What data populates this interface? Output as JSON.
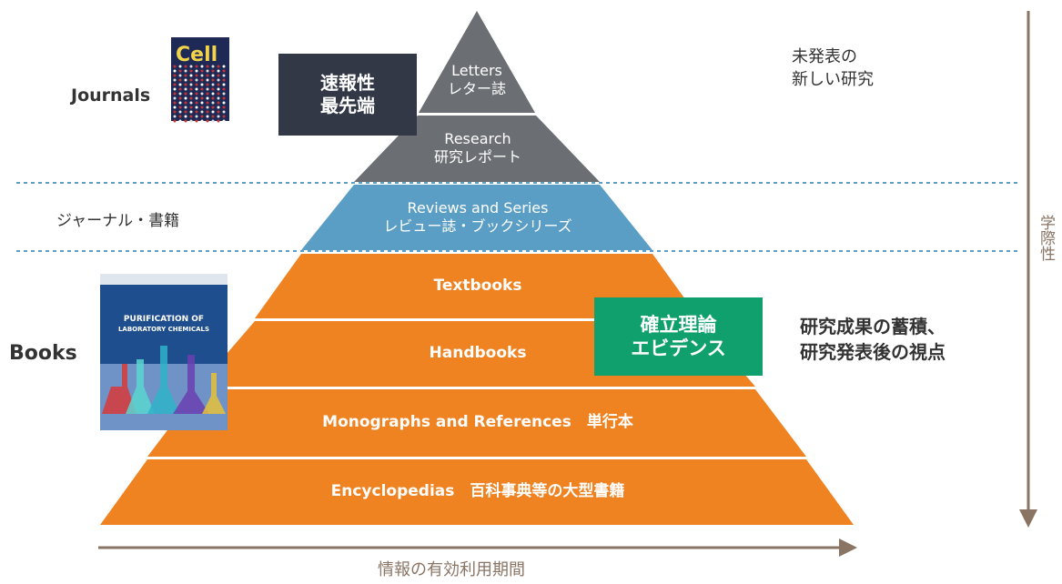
{
  "colors": {
    "gray": "#6b6e73",
    "blue": "#5b9ec5",
    "orange": "#ef8221",
    "dark_box": "#323846",
    "green_box": "#0fa06e",
    "arrow": "#8a7565",
    "dotted": "#5b9ec5"
  },
  "tiers": [
    {
      "line1": "Letters",
      "line2": "レター誌"
    },
    {
      "line1": "Research",
      "line2": "研究レポート"
    },
    {
      "line1": "Reviews and Series",
      "line2": "レビュー誌・ブックシリーズ"
    },
    {
      "line1": "Textbooks",
      "line2": ""
    },
    {
      "line1": "Handbooks",
      "line2": ""
    },
    {
      "line1": "Monographs and References　単行本",
      "line2": ""
    },
    {
      "line1": "Encyclopedias　百科事典等の大型書籍",
      "line2": ""
    }
  ],
  "left": {
    "journals": "Journals",
    "mid": "ジャーナル・書籍",
    "books": "Books"
  },
  "journal_cover": {
    "logo": "Cell"
  },
  "book_cover": {
    "title_line1": "PURIFICATION OF",
    "title_line2": "LABORATORY CHEMICALS"
  },
  "dark_box": {
    "line1": "速報性",
    "line2": "最先端"
  },
  "green_box": {
    "line1": "確立理論",
    "line2": "エビデンス"
  },
  "right": {
    "top_line1": "未発表の",
    "top_line2": "新しい研究",
    "bottom_line1": "研究成果の蓄積、",
    "bottom_line2": "研究発表後の視点"
  },
  "axes": {
    "vertical": "学際性",
    "horizontal": "情報の有効利用期間"
  }
}
